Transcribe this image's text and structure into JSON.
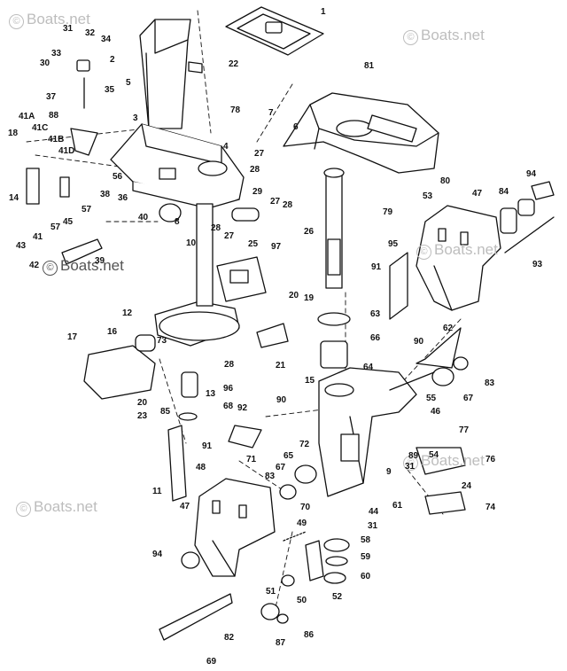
{
  "watermark": {
    "symbol": "©",
    "text": "Boats.net"
  },
  "callouts": [
    "1",
    "2",
    "3",
    "4",
    "5",
    "6",
    "7",
    "8",
    "9",
    "10",
    "11",
    "12",
    "13",
    "14",
    "15",
    "16",
    "17",
    "18",
    "19",
    "20",
    "21",
    "22",
    "23",
    "24",
    "25",
    "26",
    "27",
    "28",
    "29",
    "30",
    "31",
    "32",
    "33",
    "34",
    "35",
    "36",
    "37",
    "38",
    "39",
    "40",
    "41",
    "41A",
    "41B",
    "41C",
    "41D",
    "42",
    "43",
    "44",
    "45",
    "46",
    "47",
    "48",
    "49",
    "50",
    "51",
    "52",
    "53",
    "54",
    "55",
    "56",
    "57",
    "58",
    "59",
    "60",
    "61",
    "62",
    "63",
    "64",
    "65",
    "66",
    "67",
    "68",
    "69",
    "70",
    "71",
    "72",
    "73",
    "74",
    "76",
    "77",
    "78",
    "79",
    "80",
    "81",
    "82",
    "83",
    "84",
    "85",
    "86",
    "87",
    "88",
    "89",
    "90",
    "91",
    "92",
    "93",
    "94",
    "95",
    "96",
    "97"
  ]
}
